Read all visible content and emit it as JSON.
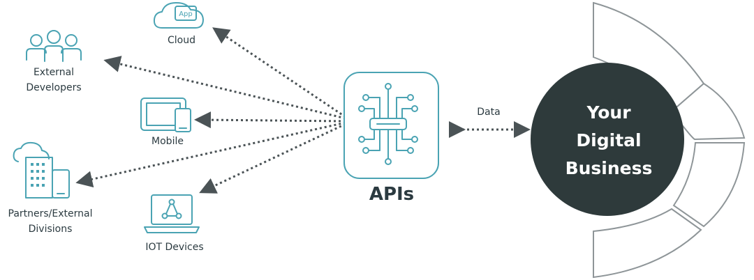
{
  "labels": {
    "cloud": "Cloud",
    "cloud_app": "App",
    "external_developers_1": "External",
    "external_developers_2": "Developers",
    "mobile": "Mobile",
    "partners_1": "Partners/External",
    "partners_2": "Divisions",
    "iot": "IOT Devices",
    "apis": "APIs",
    "data": "Data",
    "business_1": "Your",
    "business_2": "Digital",
    "business_3": "Business"
  },
  "icons": {
    "cloud": "cloud-app-icon",
    "developers": "people-group-icon",
    "mobile": "tablet-phone-icon",
    "partners": "cloud-building-phone-icon",
    "iot": "laptop-network-icon",
    "apis": "circuit-chip-icon"
  },
  "colors": {
    "accent": "#4aa3b3",
    "arrows": "#4b5356",
    "business_circle": "#2e3a3b",
    "text": "#2b3a40"
  }
}
